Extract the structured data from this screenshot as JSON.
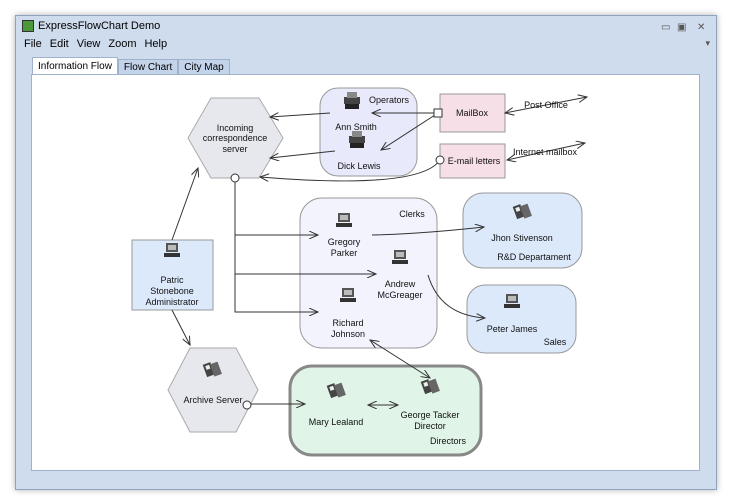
{
  "window": {
    "title": "ExpressFlowChart Demo",
    "minimize": "▭",
    "maximize": "▣",
    "close": "✕",
    "menu_more": "▾"
  },
  "menu": [
    "File",
    "Edit",
    "View",
    "Zoom",
    "Help"
  ],
  "tabs": [
    {
      "label": "Information Flow",
      "active": true
    },
    {
      "label": "Flow Chart",
      "active": false
    },
    {
      "label": "City Map",
      "active": false
    }
  ],
  "diagram": {
    "incoming": [
      "Incoming",
      "correspondence",
      "server"
    ],
    "operators": {
      "label": "Operators",
      "ann": "Ann Smith",
      "dick": "Dick Lewis"
    },
    "mailbox": "MailBox",
    "email": "E-mail letters",
    "post_office": "Post Office",
    "internet_mailbox": "Internet mailbox",
    "clerks": {
      "label": "Clerks",
      "gregory": [
        "Gregory",
        "Parker"
      ],
      "andrew": [
        "Andrew",
        "McGreager"
      ],
      "richard": [
        "Richard",
        "Johnson"
      ]
    },
    "jhon": "Jhon Stivenson",
    "rnd": "R&D Departament",
    "peter": "Peter James",
    "sales": "Sales",
    "patric": [
      "Patric",
      "Stonebone",
      "Administrator"
    ],
    "archive": "Archive Server",
    "directors": {
      "label": "Directors",
      "mary": "Mary Lealand",
      "george": [
        "George Tacker",
        "Director"
      ]
    },
    "colors": {
      "group": "#e8eafc",
      "pink": "#f6dfe6",
      "blue": "#dce9fb",
      "green": "#e0f5e7",
      "hex": "#e6e8ee"
    }
  }
}
